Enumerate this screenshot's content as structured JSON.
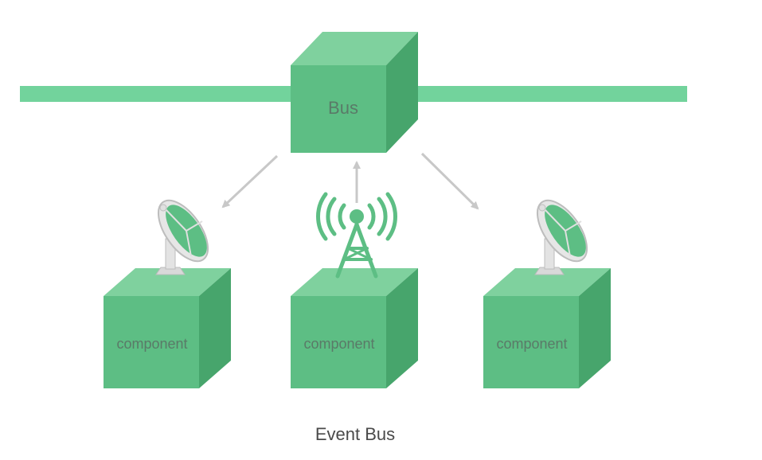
{
  "bus": {
    "label": "Bus"
  },
  "components": [
    {
      "label": "component",
      "device": "satellite-dish"
    },
    {
      "label": "component",
      "device": "radio-tower"
    },
    {
      "label": "component",
      "device": "satellite-dish"
    }
  ],
  "caption": "Event Bus",
  "colors": {
    "front": "#5dbe84",
    "top": "#7fd19e",
    "side": "#47a56c",
    "line": "#72d39c",
    "arrow": "#c8c8c8"
  }
}
